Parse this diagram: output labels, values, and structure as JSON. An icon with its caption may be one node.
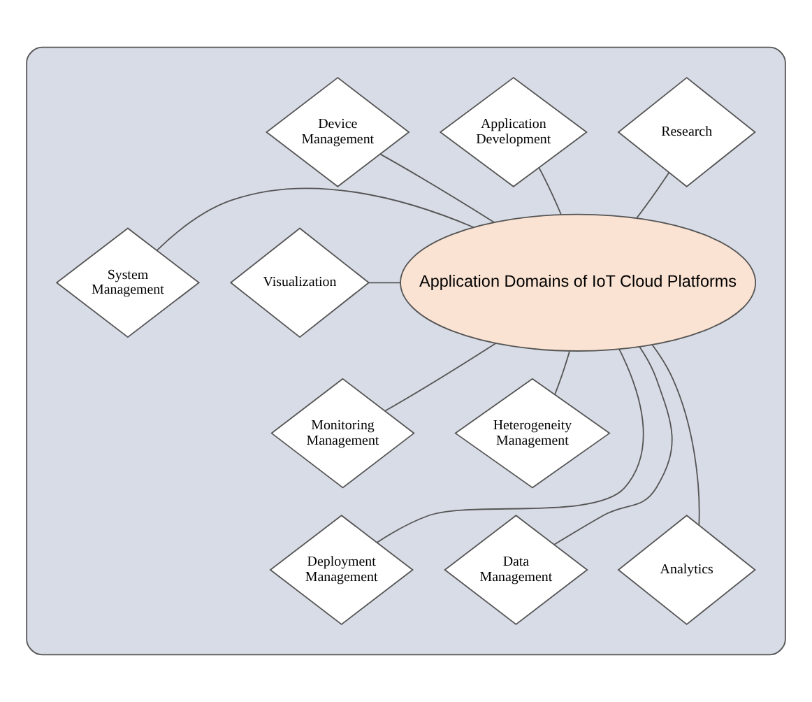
{
  "diagram": {
    "nodes": [
      {
        "text": [],
        "shape": "ellipse"
      },
      {
        "text": [
          "Application Domains of IoT Cloud Platforms"
        ],
        "in": 0
      },
      {
        "text": [
          "Application Development"
        ],
        "in": 0
      },
      {
        "text": [
          "Device Management"
        ],
        "in": 0
      },
      {
        "text": [
          "System Management"
        ],
        "in": 0
      },
      {
        "text": [
          "Heterogeneity Management"
        ],
        "in": 0
      },
      {
        "text": [
          "Data Management"
        ],
        "in": 0
      },
      {
        "text": [
          "Analytics"
        ],
        "in": 0
      },
      {
        "text": [
          "Deployment Management"
        ],
        "in": 0
      },
      {
        "text": [
          "Monitoring Management"
        ],
        "in": 0
      },
      {
        "text": [
          "Visualization"
        ],
        "in": 0
      },
      {
        "text": [
          "Research"
        ],
        "in": 0
      }
    ],
    "edges": [
      {
        "from": 1,
        "to": 2,
        "arrow": "none"
      },
      {
        "from": 1,
        "to": 3,
        "arrow": "none"
      },
      {
        "from": 1,
        "to": 4,
        "arrow": "none"
      },
      {
        "from": 1,
        "to": 5,
        "arrow": "none"
      },
      {
        "from": 1,
        "to": 6,
        "arrow": "none"
      },
      {
        "from": 1,
        "to": 7,
        "arrow": "none"
      },
      {
        "from": 1,
        "to": 8,
        "arrow": "none"
      },
      {
        "from": 1,
        "to": 9,
        "arrow": "none"
      },
      {
        "from": 1,
        "to": 10,
        "arrow": "none"
      },
      {
        "from": 1,
        "to": 11,
        "arrow": "none"
      }
    ]
  }
}
